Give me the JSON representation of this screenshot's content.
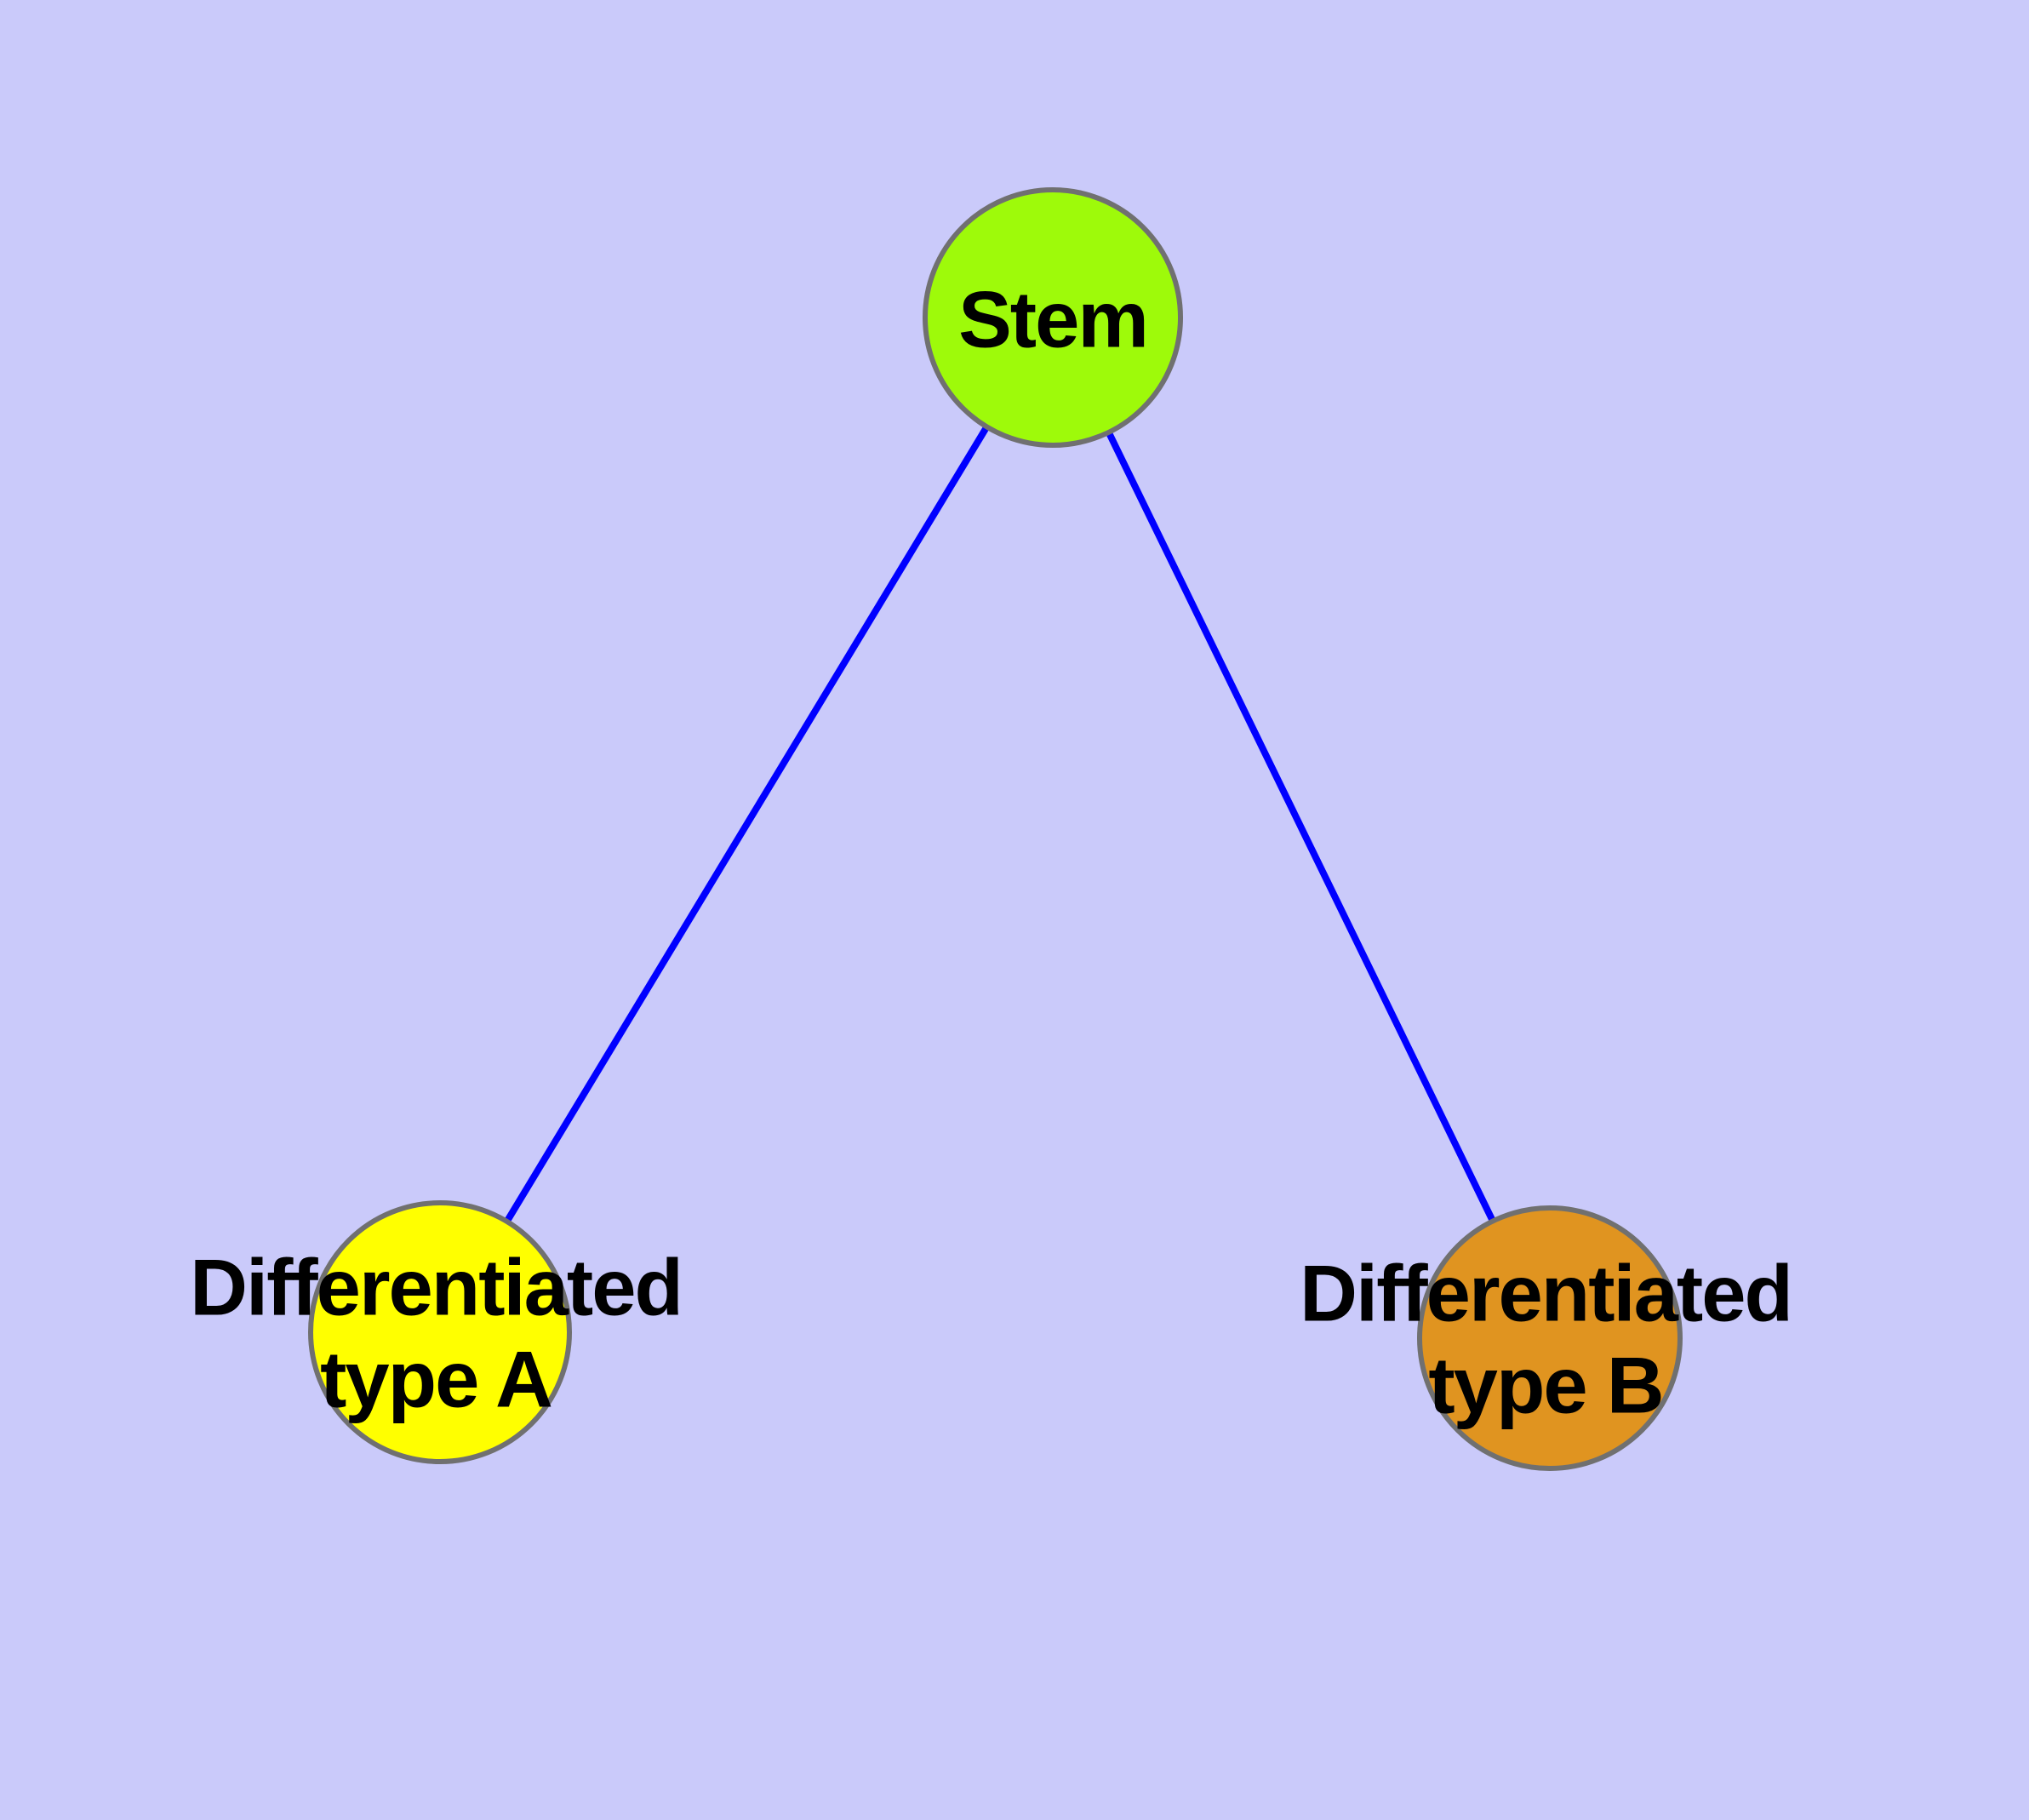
{
  "diagram": {
    "background_color": "#CACAFA",
    "edge_color": "#0000FF",
    "node_border_color": "#707070",
    "text_color": "#000000",
    "nodes": {
      "stem": {
        "label": "Stem",
        "fill": "#9EFA0A"
      },
      "type_a": {
        "label_line1": "Differentiated",
        "label_line2": "type A",
        "fill": "#FFFF00"
      },
      "type_b": {
        "label_line1": "Differentiated",
        "label_line2": "type B",
        "fill": "#E09420"
      }
    },
    "edges": [
      {
        "from": "Stem",
        "to": "Differentiated type A"
      },
      {
        "from": "Stem",
        "to": "Differentiated type B"
      }
    ]
  }
}
